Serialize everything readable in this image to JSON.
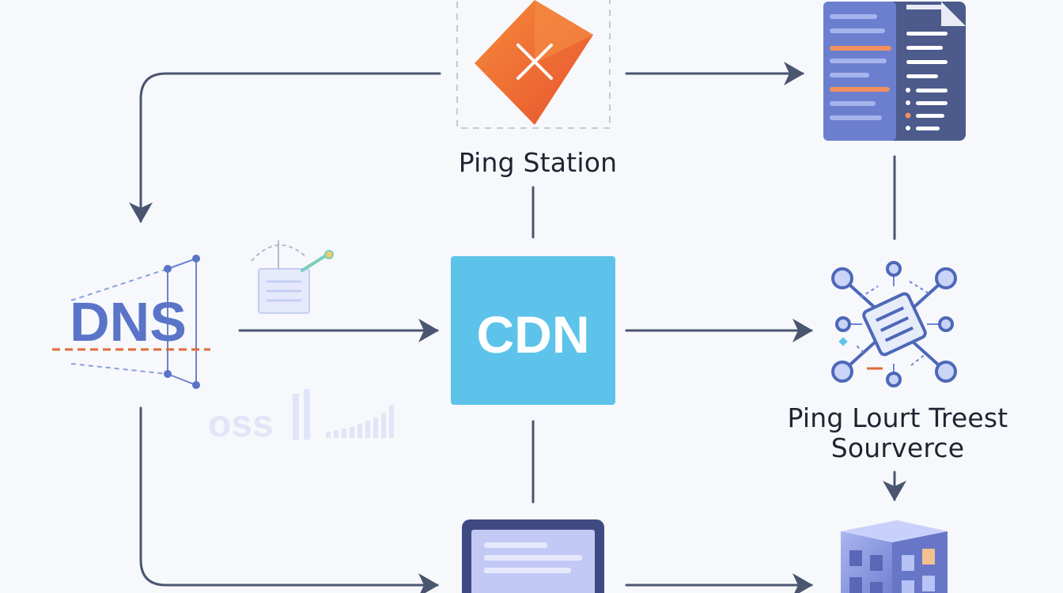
{
  "nodes": {
    "ping_station": {
      "label": "Ping Station",
      "icon": "orange-diamond-x-icon",
      "color": "#f26b3a"
    },
    "dns": {
      "label": "DNS",
      "icon": "dns-projection-icon",
      "color": "#5a74c8"
    },
    "cdn": {
      "label": "CDN",
      "icon": "cdn-box",
      "color": "#5ec3ea"
    },
    "server_doc": {
      "icon": "server-document-icon",
      "color": "#5f6fa8"
    },
    "network_hub": {
      "icon": "network-hub-icon",
      "color": "#4d68b8"
    },
    "ping_lourt": {
      "label_line1": "Ping Lourt Treest",
      "label_line2": "Sourverce"
    },
    "monitor": {
      "icon": "monitor-icon",
      "color": "#3f4a82"
    },
    "building": {
      "icon": "building-icon",
      "color": "#8e9ae0"
    },
    "oss": {
      "label": "oss",
      "icon": "faded-oss-bars-icon"
    },
    "config_doc": {
      "icon": "config-document-icon"
    }
  },
  "colors": {
    "arrow": "#4a5570",
    "background": "#f7f8fb"
  }
}
